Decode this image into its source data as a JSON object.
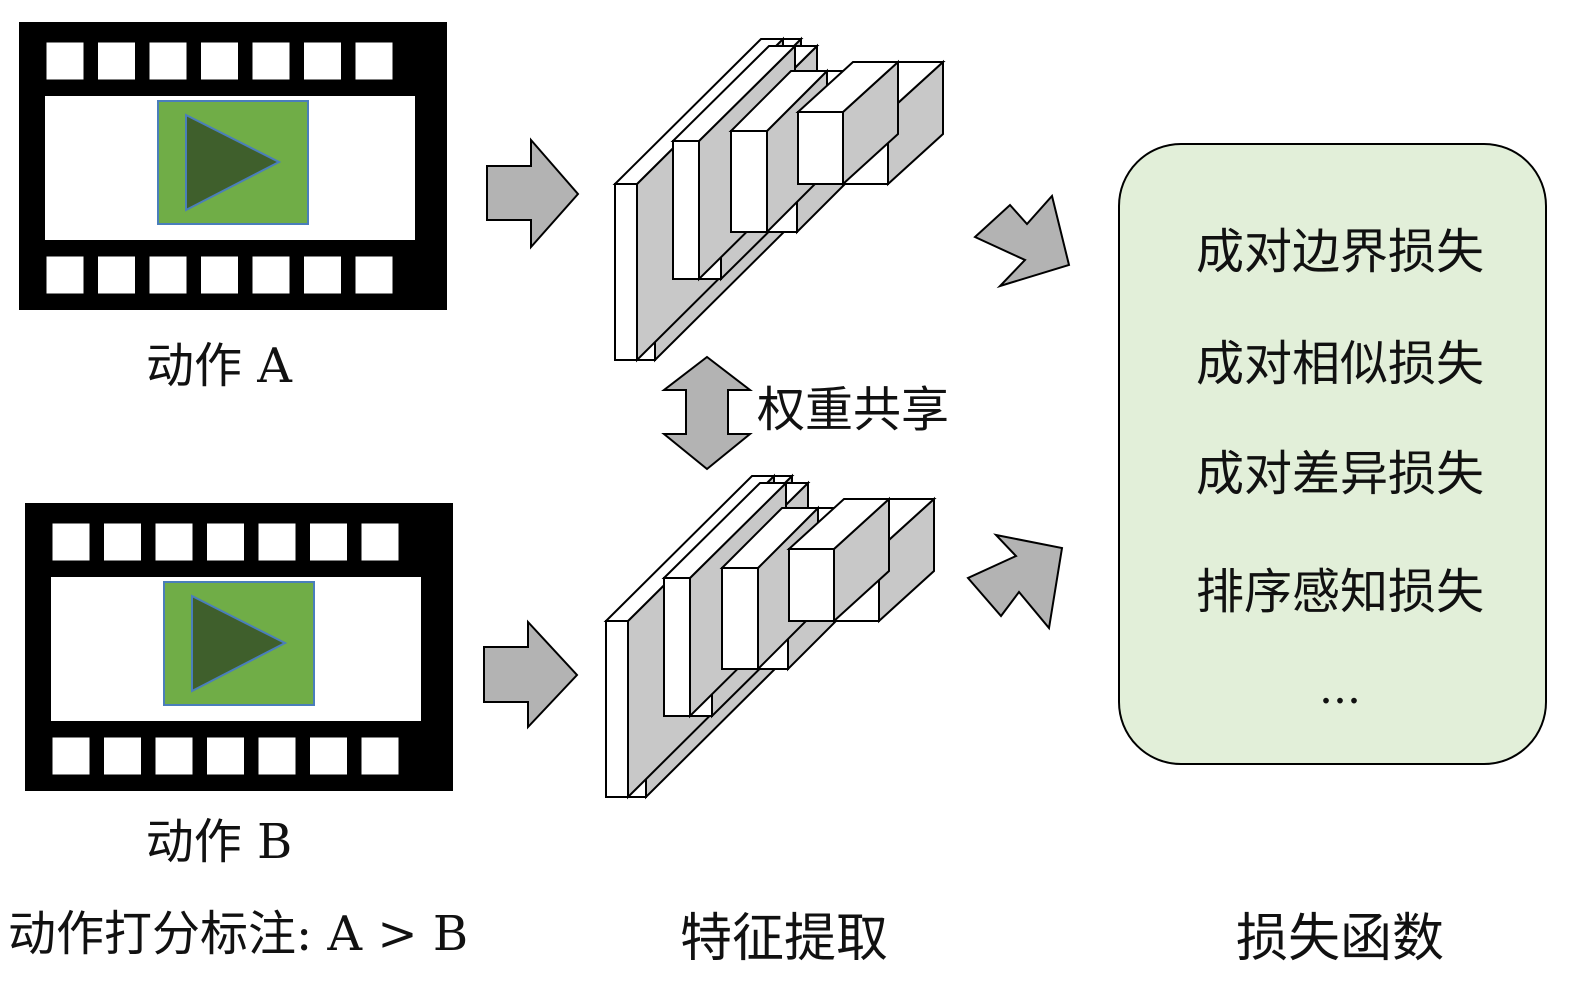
{
  "labels": {
    "action_a": "动作 A",
    "action_b": "动作 B",
    "annotation": "动作打分标注: A > B",
    "weight_sharing": "权重共享",
    "feature_extraction": "特征提取",
    "loss_functions": "损失函数"
  },
  "losses": [
    "成对边界损失",
    "成对相似损失",
    "成对差异损失",
    "排序感知损失",
    "..."
  ],
  "colors": {
    "film": "#000000",
    "thumbnail": "#70ad47",
    "play_icon": "#3f5f2c",
    "arrow": "#b3b3b3",
    "loss_panel": "#e2efd9",
    "layer_shadow": "#c8c8c8"
  },
  "icons": [
    "film-strip-icon",
    "play-icon",
    "arrow-right-icon",
    "double-arrow-vertical-icon",
    "cnn-layers-icon"
  ]
}
